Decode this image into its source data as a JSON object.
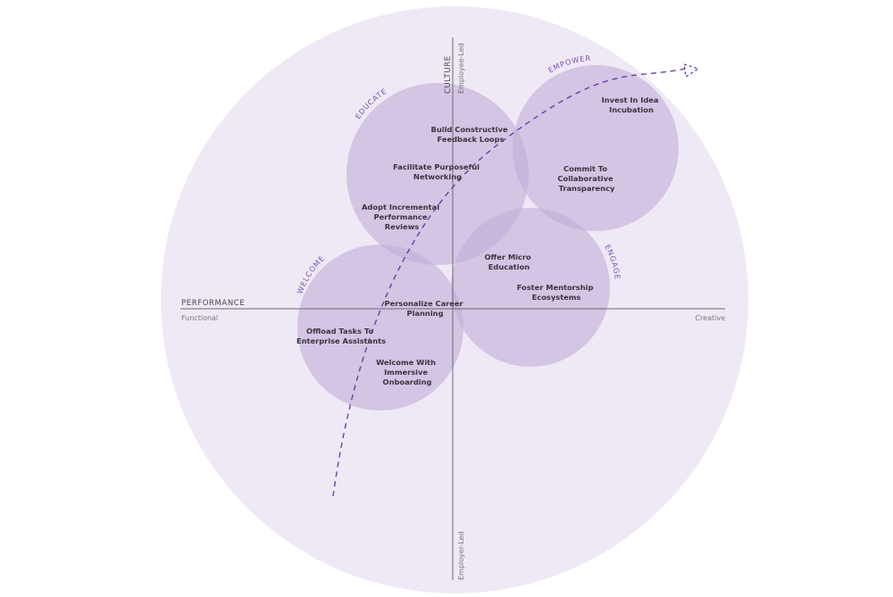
{
  "diagram": {
    "axes": {
      "horizontal": {
        "title": "PERFORMANCE",
        "left_label": "Functional",
        "right_label": "Creative"
      },
      "vertical": {
        "title": "CULTURE",
        "top_label": "Employee-Led",
        "bottom_label": "Employer-Led"
      }
    },
    "stages": [
      {
        "id": "welcome",
        "label": "WELCOME",
        "items": [
          [
            "Personalize Career",
            "Planning"
          ],
          [
            "Offload Tasks To",
            "Enterprise Assistants"
          ],
          [
            "Welcome With",
            "Immersive",
            "Onboarding"
          ]
        ]
      },
      {
        "id": "educate",
        "label": "EDUCATE",
        "items": [
          [
            "Build Constructive",
            "Feedback Loops"
          ],
          [
            "Facilitate Purposeful",
            "Networking"
          ],
          [
            "Adopt Incremental",
            "Performance",
            "Reviews"
          ]
        ]
      },
      {
        "id": "engage",
        "label": "ENGAGE",
        "items": [
          [
            "Offer Micro",
            "Education"
          ],
          [
            "Foster Mentorship",
            "Ecosystems"
          ]
        ]
      },
      {
        "id": "empower",
        "label": "EMPOWER",
        "items": [
          [
            "Invest In Idea",
            "Incubation"
          ],
          [
            "Commit To",
            "Collaborative",
            "Transparency"
          ]
        ]
      }
    ],
    "colors": {
      "outer_circle": "#efe9f5",
      "stage_circle": "#c2afd8",
      "axis_line": "#6b6670",
      "path_arrow": "#6a3fa8",
      "stage_label": "#7b55b4",
      "item_text": "#3b3340"
    }
  }
}
